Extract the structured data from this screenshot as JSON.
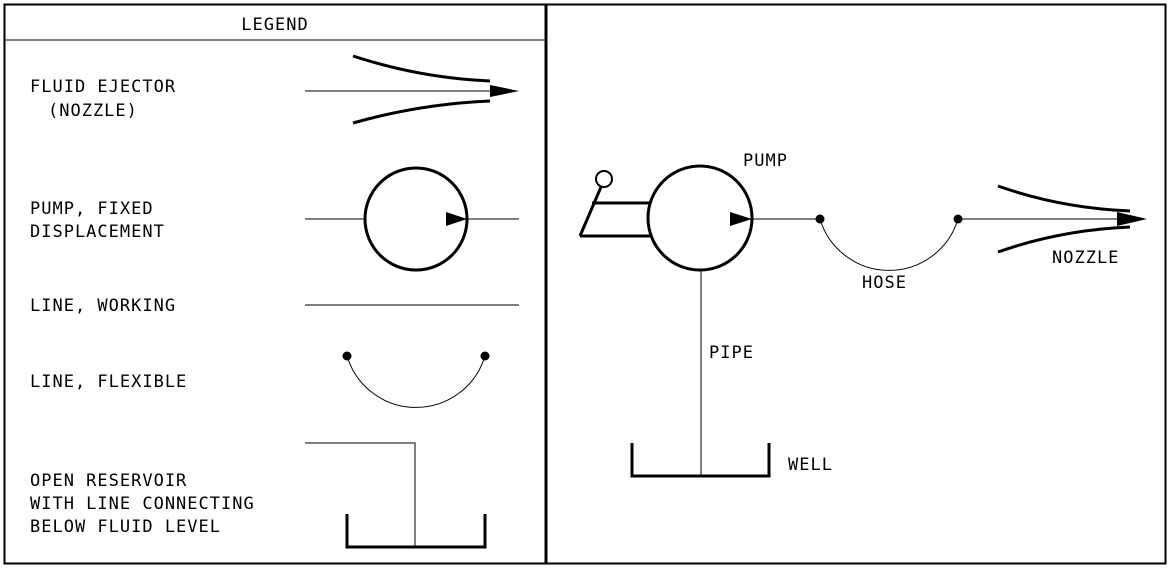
{
  "legend": {
    "title": "LEGEND",
    "items": {
      "nozzle": {
        "line1": "FLUID EJECTOR",
        "line2": "(NOZZLE)"
      },
      "pump": {
        "line1": "PUMP, FIXED",
        "line2": "DISPLACEMENT"
      },
      "working_line": {
        "label": "LINE, WORKING"
      },
      "flexible_line": {
        "label": "LINE, FLEXIBLE"
      },
      "reservoir": {
        "line1": "OPEN RESERVOIR",
        "line2": "WITH LINE CONNECTING",
        "line3": "BELOW FLUID LEVEL"
      }
    }
  },
  "system": {
    "pump_label": "PUMP",
    "hose_label": "HOSE",
    "nozzle_label": "NOZZLE",
    "pipe_label": "PIPE",
    "well_label": "WELL"
  }
}
